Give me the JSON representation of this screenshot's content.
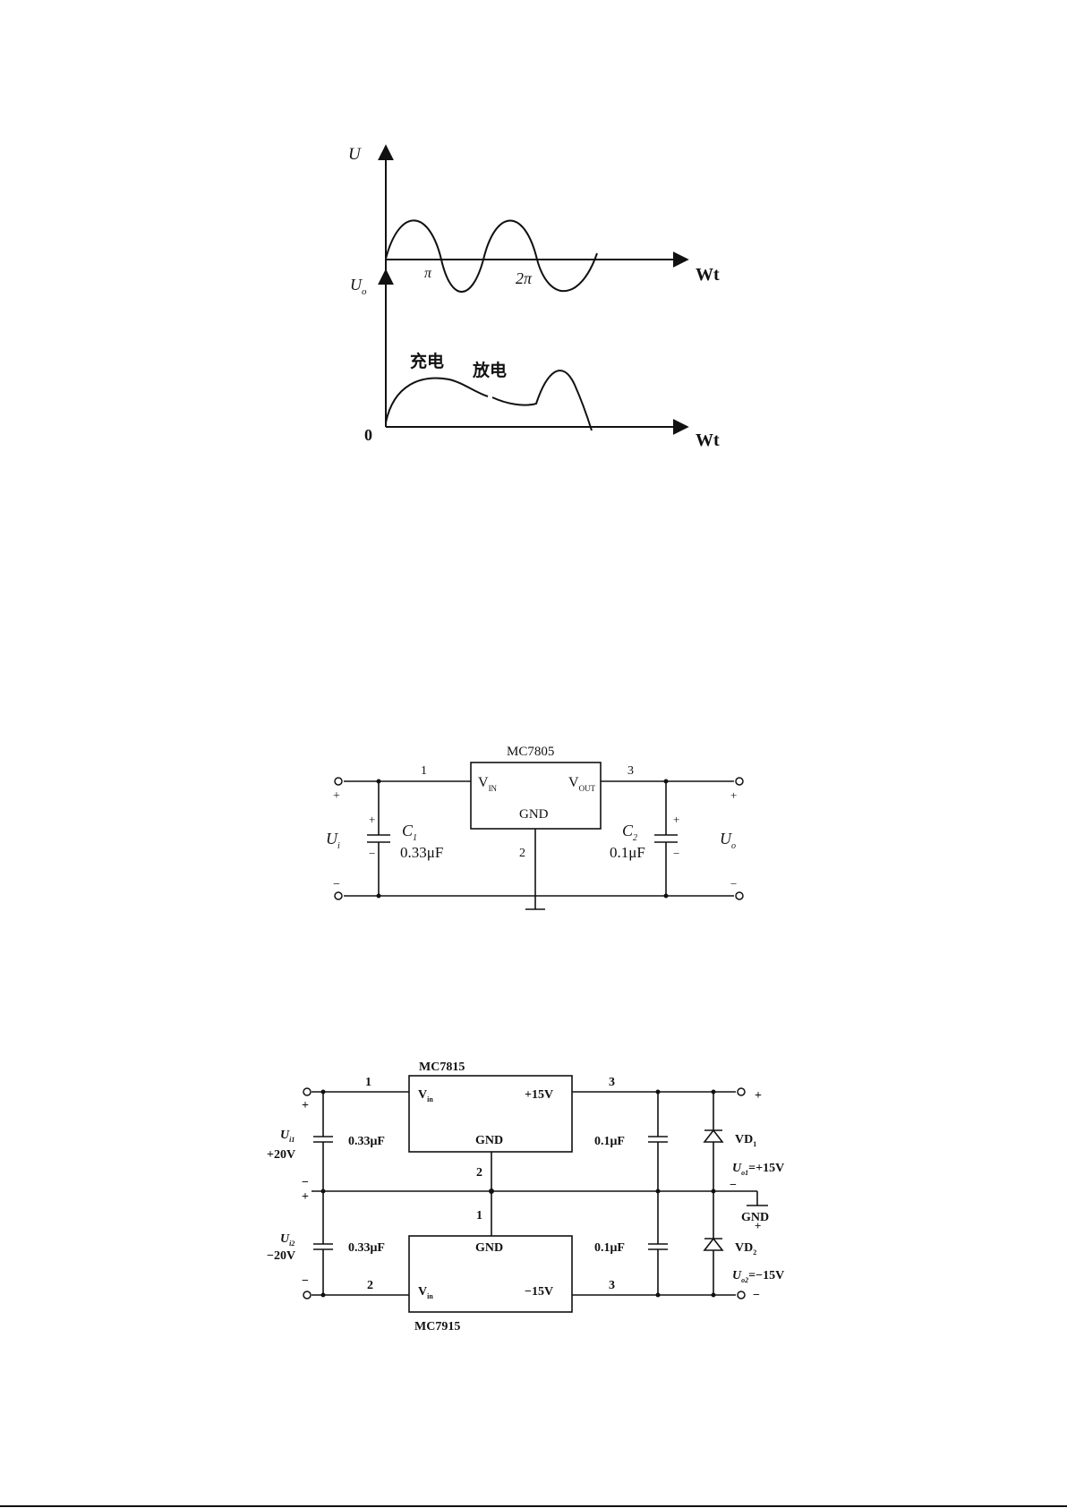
{
  "waveform": {
    "y_axis_top": "U",
    "x_axis_top": "Wt",
    "tick_pi": "π",
    "tick_2pi": "2π",
    "y_axis_bottom_main": "U",
    "y_axis_bottom_sub": "o",
    "x_axis_bottom": "Wt",
    "origin": "0",
    "charge_label": "充电",
    "discharge_label": "放电"
  },
  "circuit_7805": {
    "ic_name": "MC7805",
    "vin_main": "V",
    "vin_sub": "IN",
    "vout_main": "V",
    "vout_sub": "OUT",
    "gnd": "GND",
    "pin1": "1",
    "pin2": "2",
    "pin3": "3",
    "c1_main": "C",
    "c1_sub": "1",
    "c1_value": "0.33μF",
    "c2_main": "C",
    "c2_sub": "2",
    "c2_value": "0.1μF",
    "input_main": "U",
    "input_sub": "i",
    "output_main": "U",
    "output_sub": "o",
    "plus": "+",
    "minus": "−"
  },
  "circuit_dual": {
    "ic_top": "MC7815",
    "ic_bottom": "MC7915",
    "vin_main": "V",
    "vin_sub": "in",
    "top_out": "+15V",
    "bottom_out": "−15V",
    "gnd": "GND",
    "pin1": "1",
    "pin2": "2",
    "pin3": "3",
    "cap_in": "0.33μF",
    "cap_out": "0.1μF",
    "ui1_main": "U",
    "ui1_sub": "i1",
    "ui1_value": "+20V",
    "ui2_main": "U",
    "ui2_sub": "i2",
    "ui2_value": "−20V",
    "vd1_main": "VD",
    "vd1_sub": "1",
    "vd2_main": "VD",
    "vd2_sub": "2",
    "uo1_main": "U",
    "uo1_sub": "o1",
    "uo1_value": "=+15V",
    "uo2_main": "U",
    "uo2_sub": "o2",
    "uo2_value": "=−15V",
    "gnd_terminal": "GND",
    "plus": "+",
    "minus": "−"
  }
}
